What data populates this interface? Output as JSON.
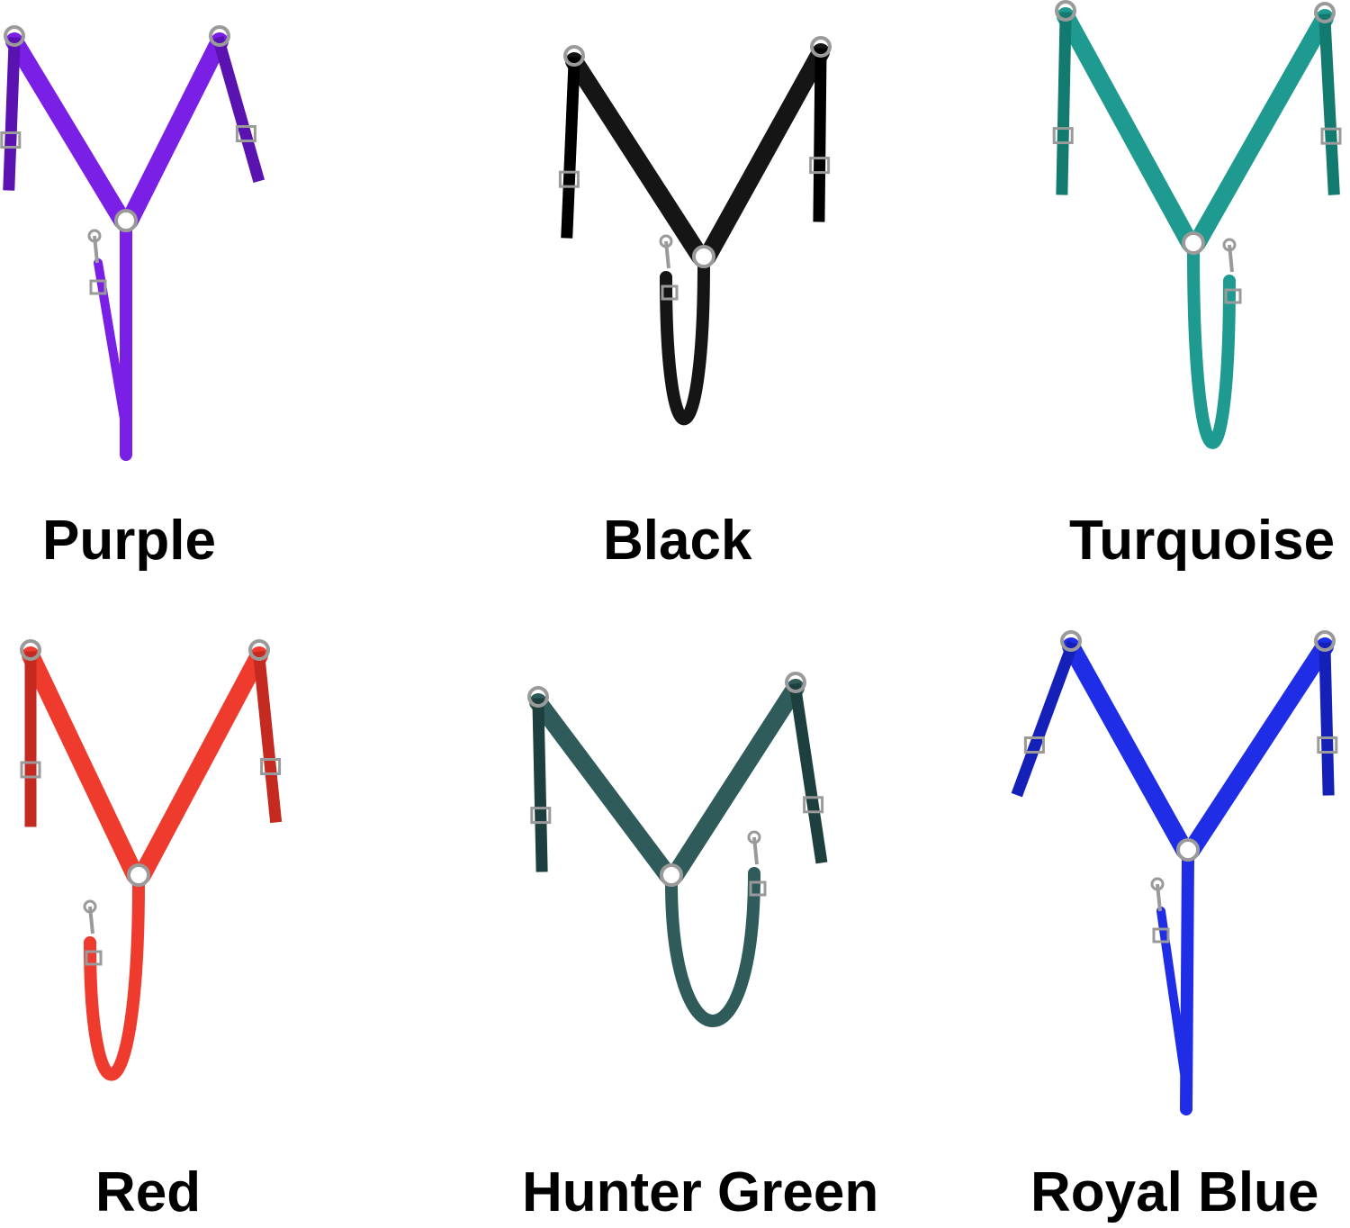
{
  "products": [
    {
      "id": "purple",
      "label": "Purple",
      "color": "#7a1fe6",
      "shade": "#5a12b0"
    },
    {
      "id": "black",
      "label": "Black",
      "color": "#151515",
      "shade": "#000000"
    },
    {
      "id": "turquoise",
      "label": "Turquoise",
      "color": "#1f9a90",
      "shade": "#137a70"
    },
    {
      "id": "red",
      "label": "Red",
      "color": "#ee3b2e",
      "shade": "#c42a20"
    },
    {
      "id": "hunter-green",
      "label": "Hunter Green",
      "color": "#2f5b5a",
      "shade": "#1d3f3e"
    },
    {
      "id": "royal-blue",
      "label": "Royal Blue",
      "color": "#1f2ee6",
      "shade": "#1420b8"
    }
  ]
}
